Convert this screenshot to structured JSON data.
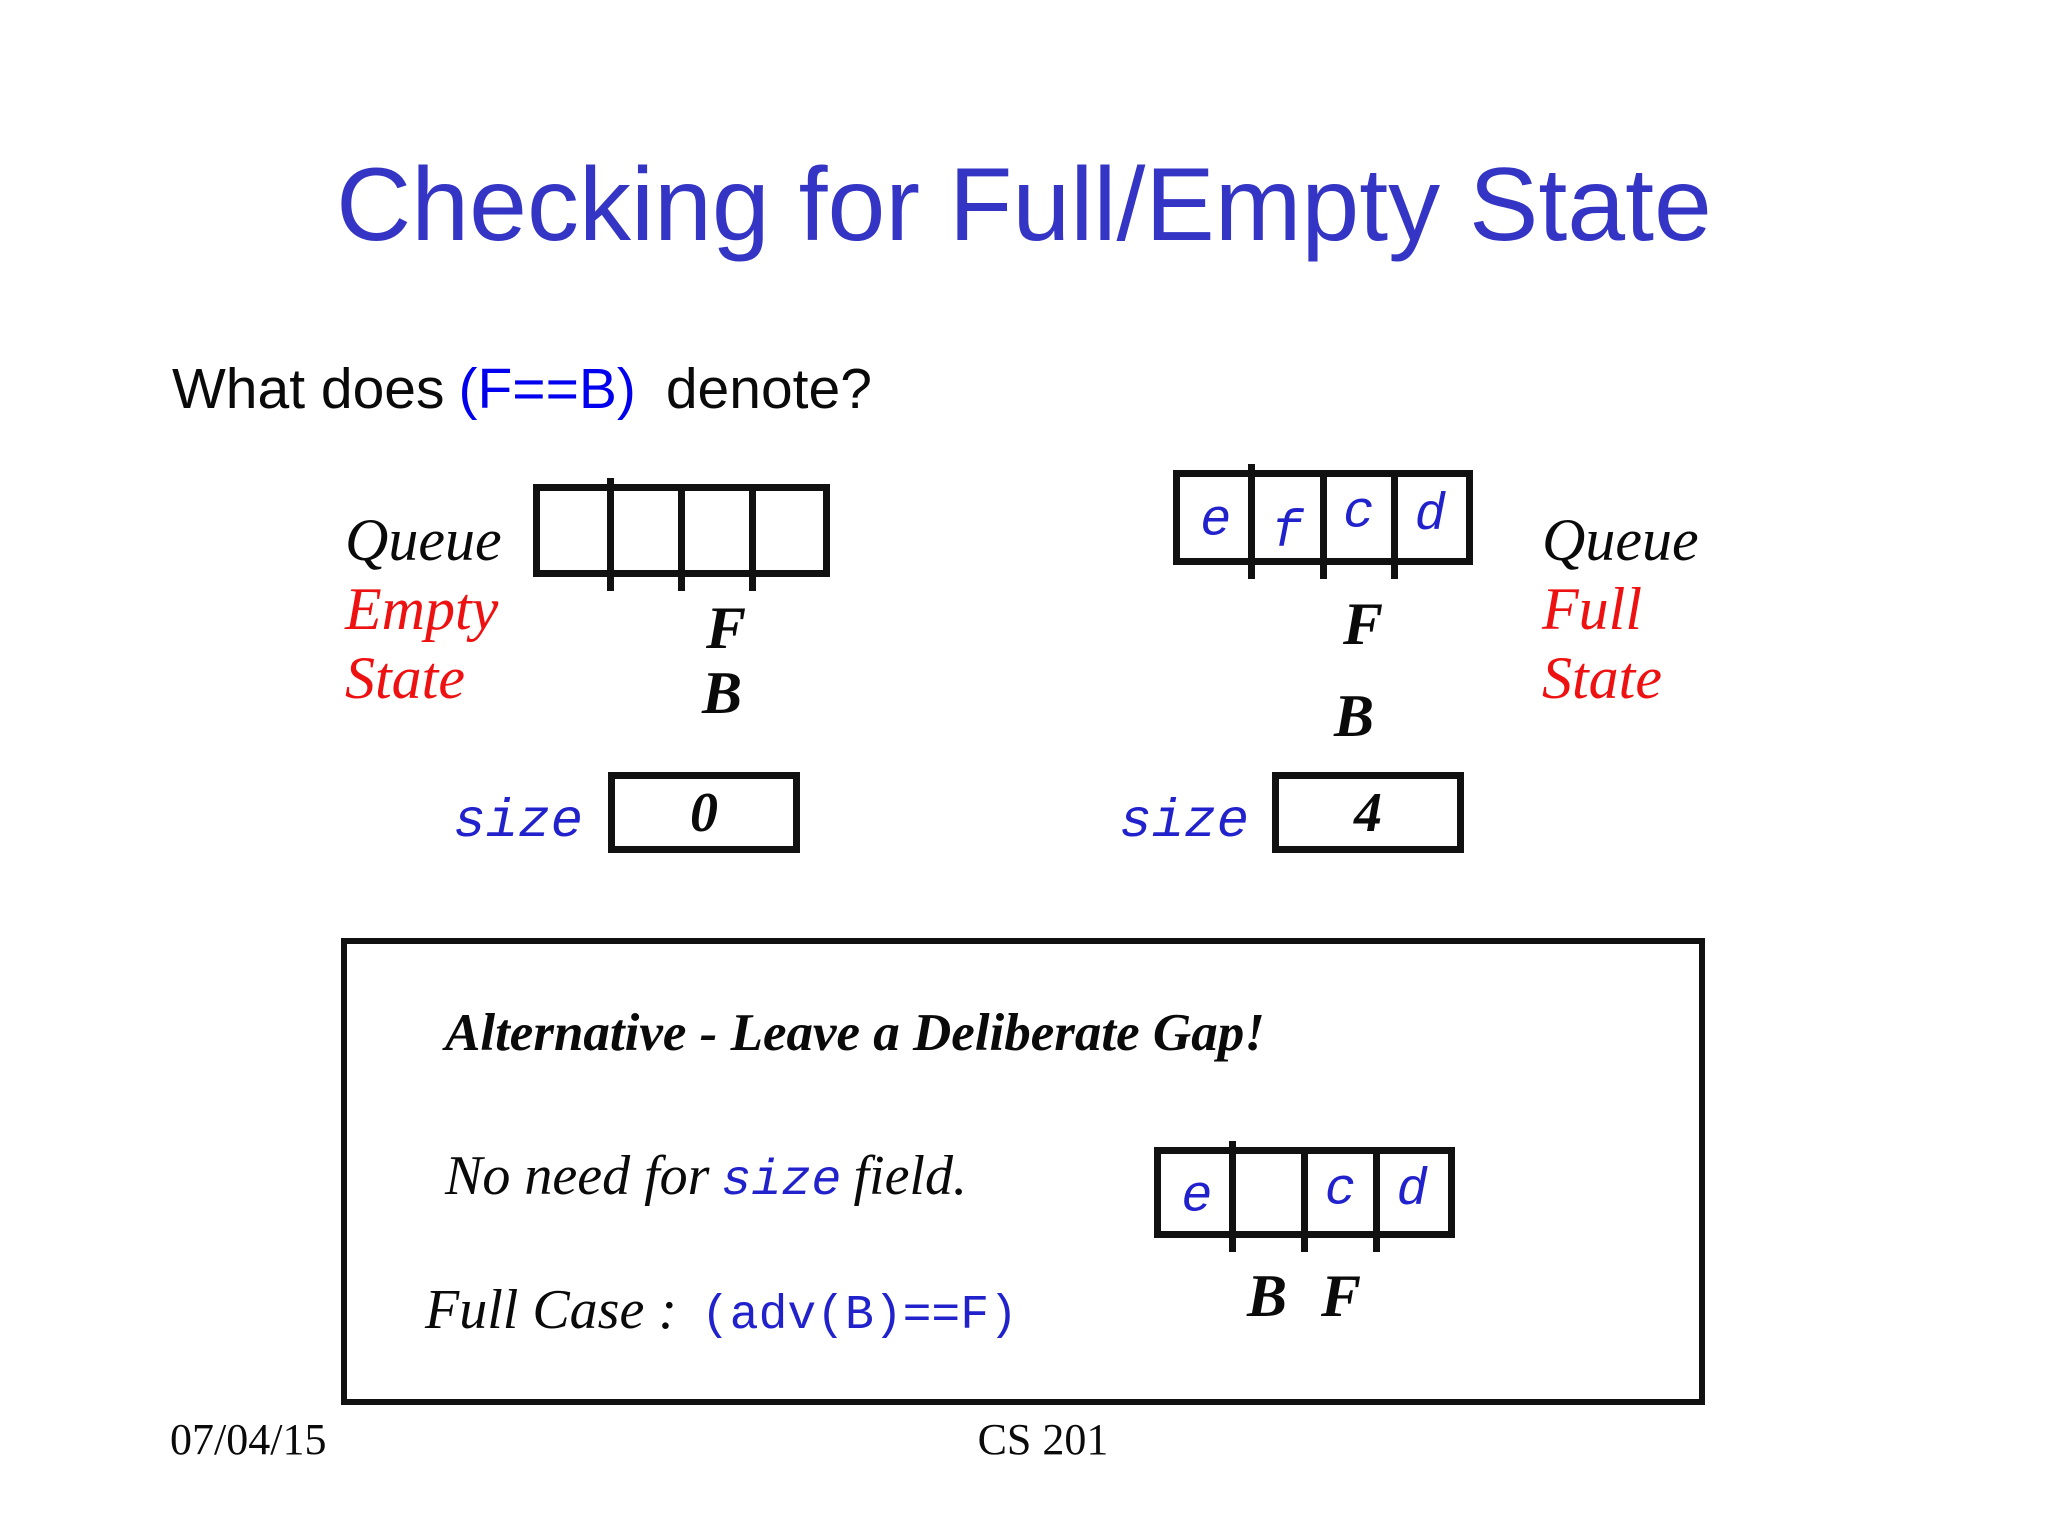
{
  "slide": {
    "title": "Checking for Full/Empty State",
    "question": {
      "prefix": "What does",
      "code": "(F==B)",
      "suffix": "denote?"
    },
    "empty_queue": {
      "label_line1": "Queue",
      "label_line2": "Empty",
      "label_line3": "State",
      "cells": [
        "",
        "",
        "",
        ""
      ],
      "front_label": "F",
      "back_label": "B",
      "size_label": "size",
      "size_value": "0"
    },
    "full_queue": {
      "label_line1": "Queue",
      "label_line2": "Full",
      "label_line3": "State",
      "cells": [
        "e",
        "f",
        "c",
        "d"
      ],
      "front_label": "F",
      "back_label": "B",
      "size_label": "size",
      "size_value": "4"
    },
    "alternative_box": {
      "heading": "Alternative - Leave a Deliberate Gap!",
      "line1_prefix": "No need for",
      "line1_code": "size",
      "line1_suffix": "field.",
      "line2_prefix": "Full Case :",
      "line2_code": "(adv(B)==F)",
      "gap_queue": {
        "cells": [
          "e",
          "",
          "c",
          "d"
        ],
        "back_label": "B",
        "front_label": "F"
      }
    },
    "footer": {
      "date": "07/04/15",
      "course": "CS 201"
    },
    "colors": {
      "title_blue": "#3535c5",
      "code_bright_blue": "#0000ee",
      "mono_blue": "#2222cc",
      "state_red": "#ee1111",
      "ink_black": "#111111",
      "background": "#ffffff"
    }
  }
}
